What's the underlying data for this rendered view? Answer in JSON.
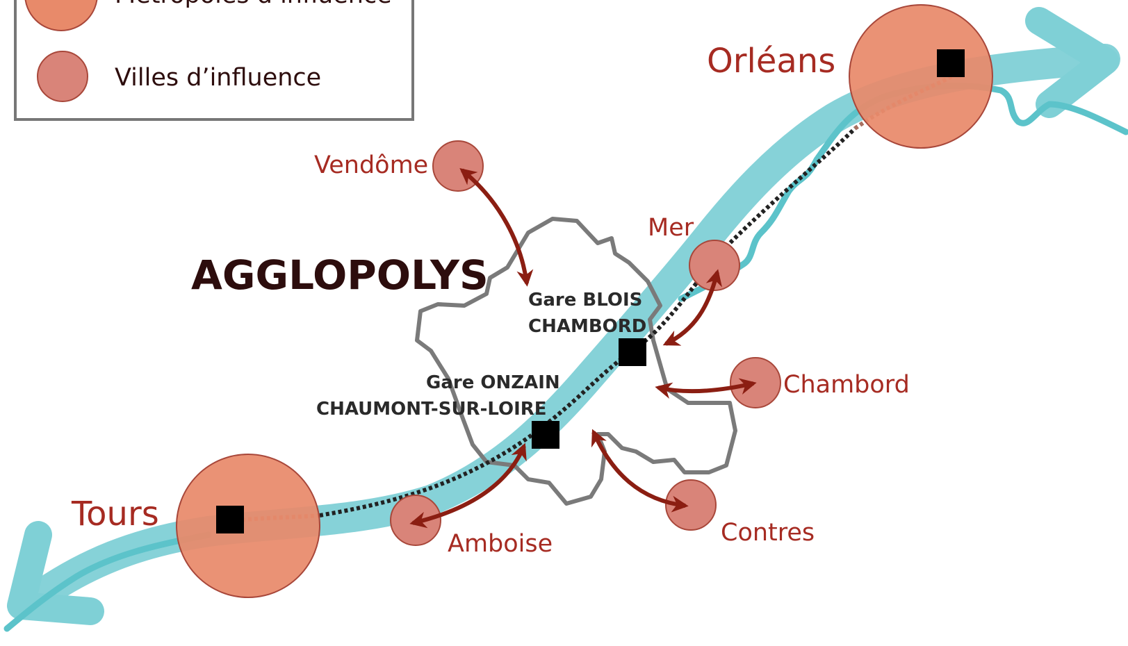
{
  "legend": {
    "items": [
      {
        "label": "Métropoles d’influence",
        "symbol": "large-circle"
      },
      {
        "label": "Villes d’influence",
        "symbol": "small-circle"
      }
    ]
  },
  "title": "AGGLOPOLYS",
  "metropoles": [
    {
      "label": "Orléans"
    },
    {
      "label": "Tours"
    }
  ],
  "villes": [
    {
      "label": "Vendôme"
    },
    {
      "label": "Mer"
    },
    {
      "label": "Chambord"
    },
    {
      "label": "Contres"
    },
    {
      "label": "Amboise"
    }
  ],
  "gares": [
    {
      "line1": "Gare BLOIS",
      "line2": "CHAMBORD"
    },
    {
      "line1": "Gare ONZAIN",
      "line2": "CHAUMONT-SUR-LOIRE"
    }
  ],
  "colors": {
    "metropole_fill": "#e88a6a",
    "ville_fill": "#d98479",
    "circle_stroke": "#a8473a",
    "river": "#7fd0d6",
    "river_line": "#5cc3ca",
    "arrow": "#8b1e12",
    "city_text": "#a62b22",
    "border": "#7a7a7a",
    "title_text": "#2d0d0d",
    "station_text": "#2a2a2a",
    "legend_border": "#777777"
  }
}
